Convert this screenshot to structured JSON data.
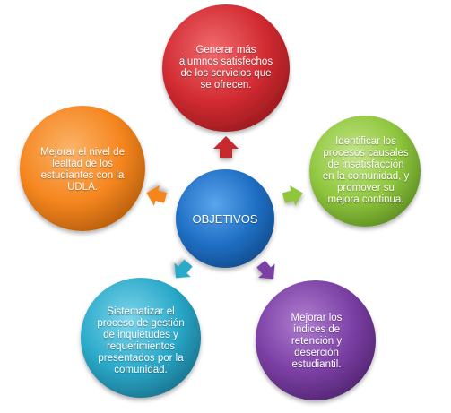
{
  "center": {
    "label": "OBJETIVOS",
    "color": "#1f6fc4"
  },
  "nodes": [
    {
      "id": "top",
      "text": "Generar más alumnos satisfechos de los servicios que se ofrecen.",
      "color": "#d12b31"
    },
    {
      "id": "right",
      "text": "Identificar los procesos causales de insatisfacción en la comunidad, y promover su mejora continua.",
      "color": "#8fc63d"
    },
    {
      "id": "bottom-right",
      "text": "Mejorar los índices de retención y deserción estudiantil.",
      "color": "#7b3fa4"
    },
    {
      "id": "bottom-left",
      "text": "Sistematizar el proceso de gestión de inquietudes y requerimientos presentados por la comunidad.",
      "color": "#2aa9c9"
    },
    {
      "id": "left",
      "text": "Mejorar el nivel de lealtad de los estudiantes con la UDLA.",
      "color": "#f5861f"
    }
  ]
}
